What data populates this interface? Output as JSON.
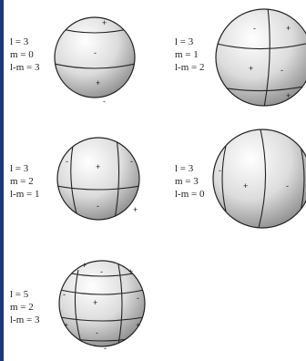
{
  "diagrams": [
    {
      "id": "l3-m0",
      "labels": [
        "l = 3",
        "m = 0",
        "l-m = 3"
      ],
      "signs": [
        "+",
        "-",
        "+",
        "-"
      ]
    },
    {
      "id": "l3-m1",
      "labels": [
        "l = 3",
        "m = 1",
        "l-m = 2"
      ],
      "signs": [
        "-",
        "+",
        "+",
        "-",
        "+"
      ]
    },
    {
      "id": "l3-m2",
      "labels": [
        "l = 3",
        "m = 2",
        "l-m = 1"
      ],
      "signs": [
        "-",
        "+",
        "-",
        "-",
        "+"
      ]
    },
    {
      "id": "l3-m3",
      "labels": [
        "l = 3",
        "m = 3",
        "l-m = 0"
      ],
      "signs": [
        "-",
        "+",
        "-"
      ]
    },
    {
      "id": "l5-m2",
      "labels": [
        "l = 5",
        "m = 2",
        "l-m = 3"
      ],
      "signs": [
        "+",
        "-",
        "+",
        "-",
        "+",
        "-",
        "+",
        "-",
        "+",
        "-"
      ]
    }
  ]
}
